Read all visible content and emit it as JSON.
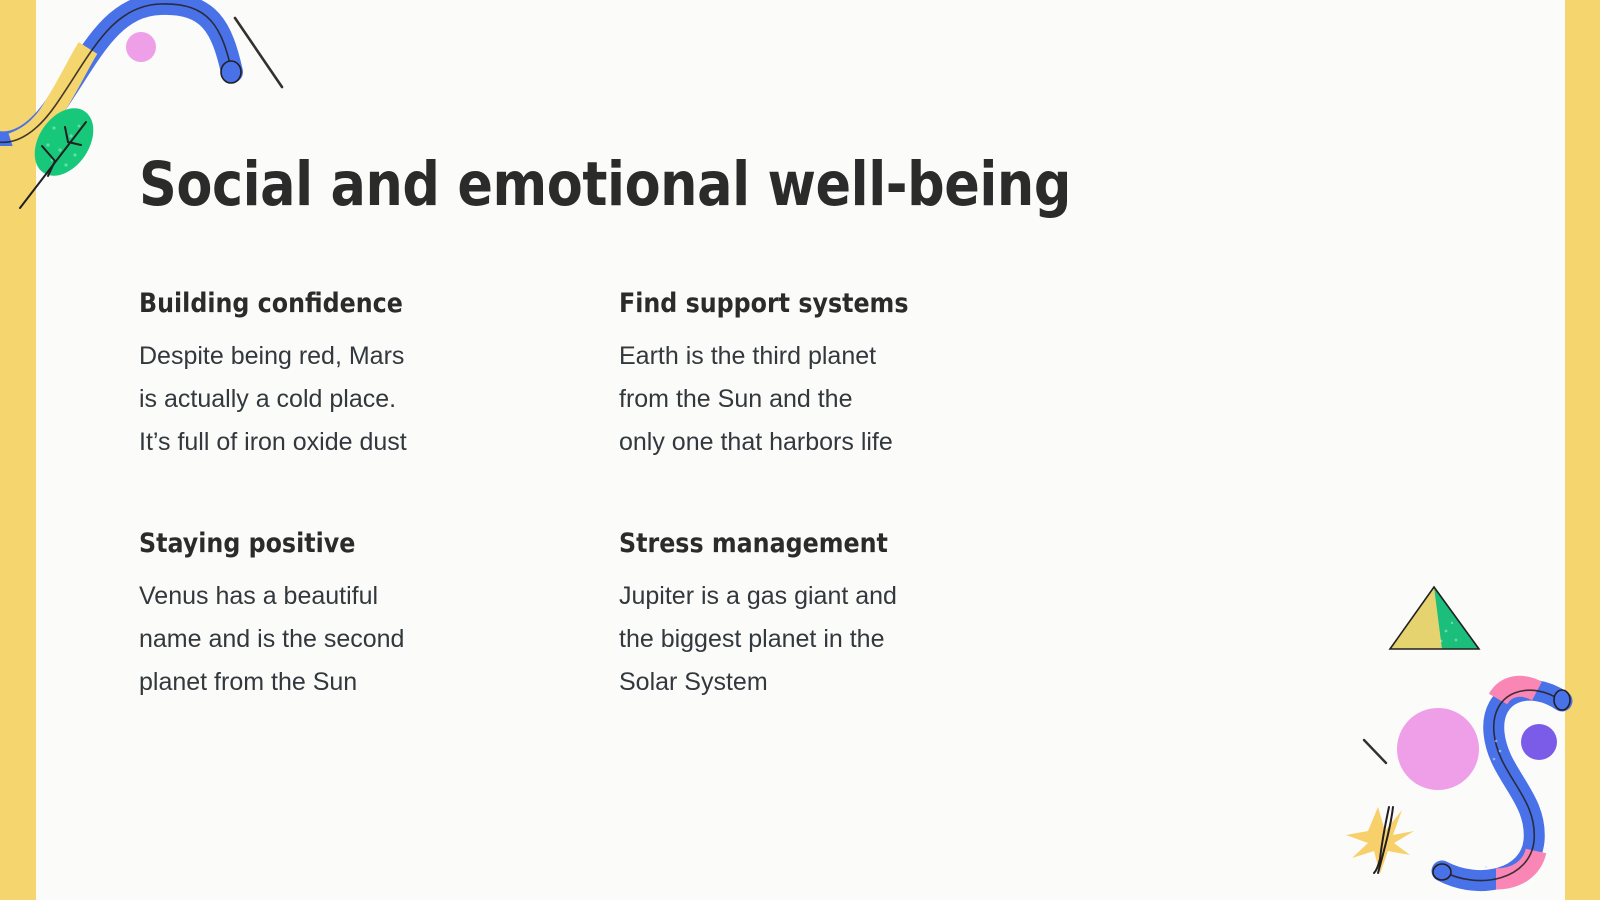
{
  "slide": {
    "title": "Social and emotional well-being",
    "background_color": "#FBFBFA",
    "edge_bar_color": "#F5D56E"
  },
  "sections": [
    {
      "heading": "Building confidence",
      "body": "Despite being red, Mars\nis actually a cold place.\nIt’s full of iron oxide dust"
    },
    {
      "heading": "Find support systems",
      "body": "Earth is the third planet\nfrom the Sun and the\nonly one that harbors life"
    },
    {
      "heading": "Staying positive",
      "body": "Venus has a beautiful\nname and is the second\nplanet from the Sun"
    },
    {
      "heading": "Stress management",
      "body": "Jupiter is a gas giant and\nthe biggest planet in the\nSolar System"
    }
  ],
  "decorations": {
    "wave_blue": "#4A72E8",
    "wave_yellow": "#F5D56E",
    "wave_pink": "#F986B4",
    "circle_pink": "#EE9FE8",
    "dot_purple": "#7B5CE8",
    "leaf_green": "#18C87A",
    "triangle_green": "#1CBE7B",
    "triangle_yellow": "#F5D56E",
    "star_yellow": "#F7D06B",
    "line_dark": "#33312E"
  }
}
